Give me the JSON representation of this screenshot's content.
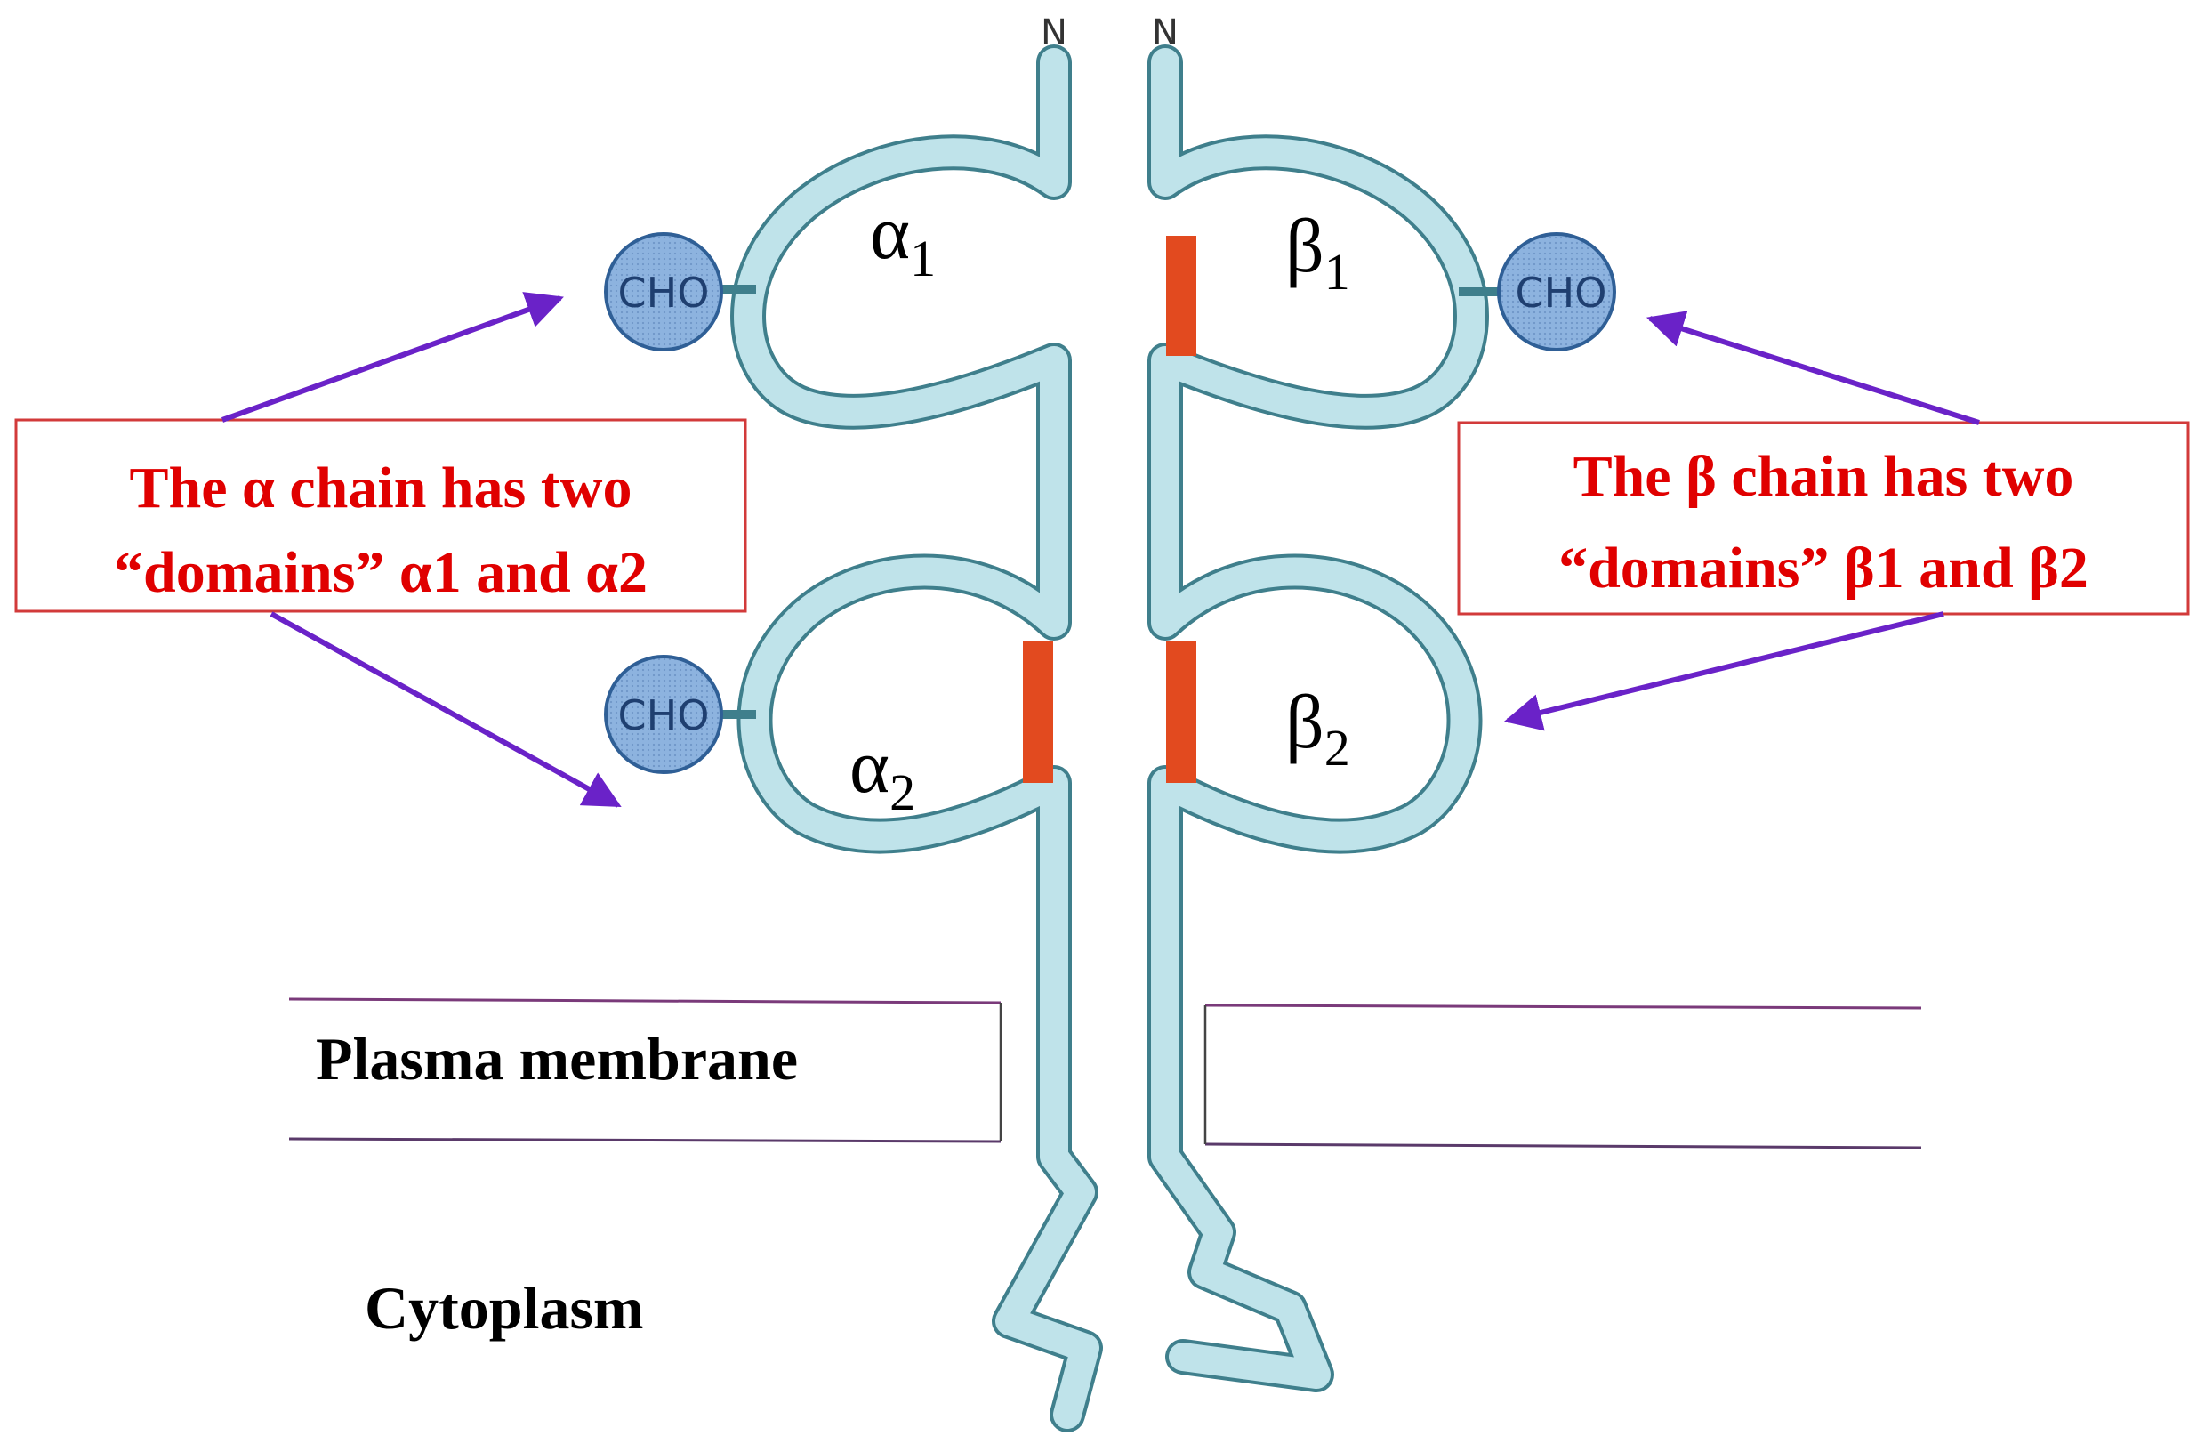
{
  "chains": {
    "alpha": {
      "n_label": "N",
      "domain1": {
        "symbol": "α",
        "sub": "1"
      },
      "domain2": {
        "symbol": "α",
        "sub": "2"
      }
    },
    "beta": {
      "n_label": "N",
      "domain1": {
        "symbol": "β",
        "sub": "1"
      },
      "domain2": {
        "symbol": "β",
        "sub": "2"
      }
    }
  },
  "glycans": {
    "label": "CHO"
  },
  "callouts": {
    "alpha": {
      "line1": "The α chain has two",
      "line2": "“domains” α1 and α2"
    },
    "beta": {
      "line1": "The β chain has two",
      "line2": "“domains” β1 and β2"
    }
  },
  "regions": {
    "membrane": "Plasma membrane",
    "cytoplasm": "Cytoplasm"
  },
  "colors": {
    "protein_fill": "#bfe3ea",
    "protein_stroke": "#3f7f8c",
    "disulfide": "#e24a1f",
    "cho_fill": "#8db3df",
    "cho_stroke": "#2f5f96",
    "callout_text": "#e00000",
    "callout_border": "#d23a3a",
    "arrow": "#6a22c8"
  }
}
